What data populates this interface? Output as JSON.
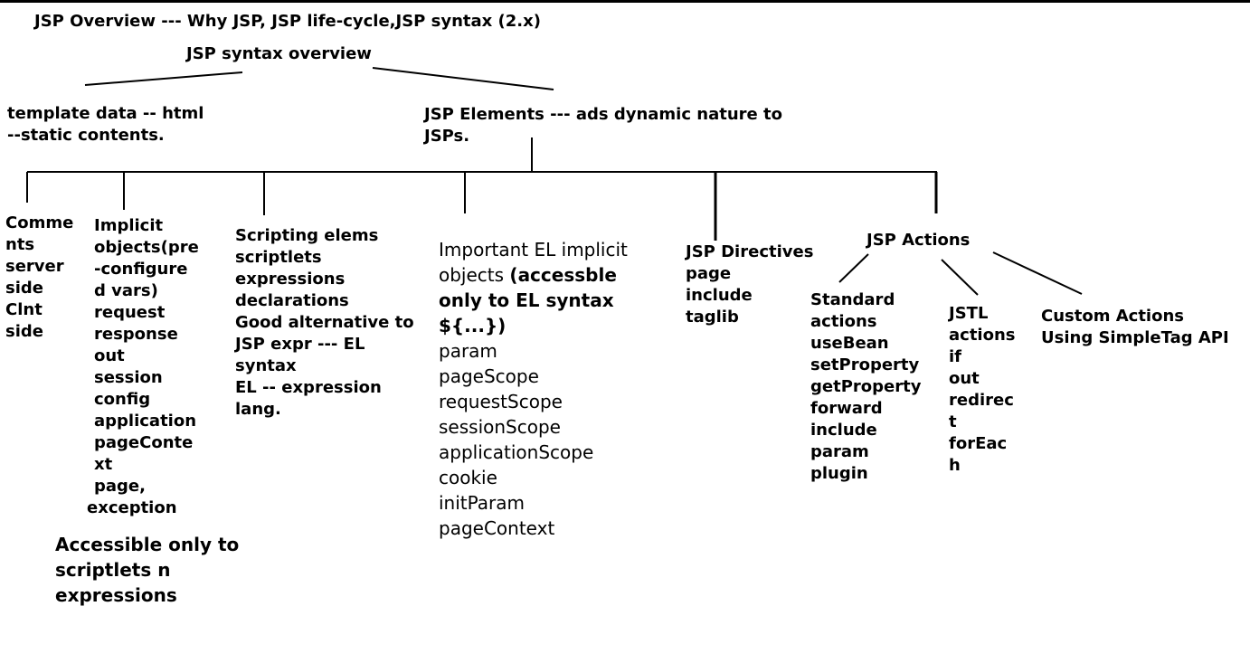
{
  "title": "JSP Overview --- Why JSP, JSP life-cycle,JSP syntax (2.x)",
  "root": "JSP syntax overview",
  "template_data": [
    "template data -- html",
    "--static contents."
  ],
  "jsp_elements": [
    "JSP Elements --- ads dynamic nature to",
    "JSPs."
  ],
  "comments": [
    "Comme",
    "nts",
    "server",
    "side",
    "Clnt",
    "side"
  ],
  "implicit_objects": [
    "Implicit",
    "objects(pre",
    "-configure",
    "d vars)",
    "request",
    "response",
    "out",
    "session",
    "config",
    "application",
    "pageConte",
    "xt",
    "page,",
    "exception"
  ],
  "implicit_note": [
    "Accessible only to",
    "scriptlets n",
    "expressions"
  ],
  "scripting": [
    "Scripting elems",
    "scriptlets",
    "expressions",
    "declarations",
    "Good alternative to",
    "JSP expr --- EL",
    "syntax",
    "EL -- expression",
    "lang."
  ],
  "el": {
    "intro_1": "Important EL implicit",
    "intro_2_normal": "objects ",
    "intro_2_bold": "(accessble",
    "bold_lines": [
      "only to EL syntax",
      "${...})"
    ],
    "objects": [
      "param",
      "pageScope",
      "requestScope",
      "sessionScope",
      "applicationScope",
      "cookie",
      "initParam",
      "pageContext"
    ]
  },
  "directives": [
    "JSP Directives",
    "page",
    "include",
    "taglib"
  ],
  "actions": "JSP Actions",
  "standard_actions": [
    "Standard",
    "actions",
    "useBean",
    "setProperty",
    "getProperty",
    "forward",
    "include",
    "param",
    "plugin"
  ],
  "jstl": [
    "JSTL",
    "actions",
    "if",
    "out",
    "redirec",
    "t",
    "forEac",
    "h"
  ],
  "custom": [
    "Custom Actions",
    "Using SimpleTag API"
  ]
}
